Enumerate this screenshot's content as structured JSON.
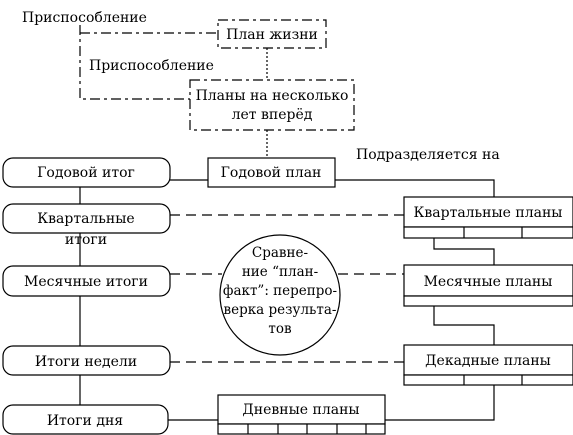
{
  "labels": {
    "adaptation_1": "Приспособление",
    "adaptation_2": "Приспособление",
    "subdivided": "Подразделяется на"
  },
  "plans": {
    "life": "План жизни",
    "multi_year_1": "Планы на несколько",
    "multi_year_2": "лет вперёд",
    "annual": "Годовой план",
    "quarterly": "Квартальные планы",
    "monthly": "Месячные планы",
    "decade": "Декадные планы",
    "daily": "Дневные планы"
  },
  "results": {
    "annual": "Годовой итог",
    "quarterly_1": "Квартальные",
    "quarterly_2": "итоги",
    "monthly": "Месячные итоги",
    "weekly": "Итоги недели",
    "daily": "Итоги дня"
  },
  "comparison": {
    "lines": [
      "Сравне-",
      "ние “план-",
      "факт”: перепро-",
      "верка результа-",
      "тов"
    ]
  }
}
